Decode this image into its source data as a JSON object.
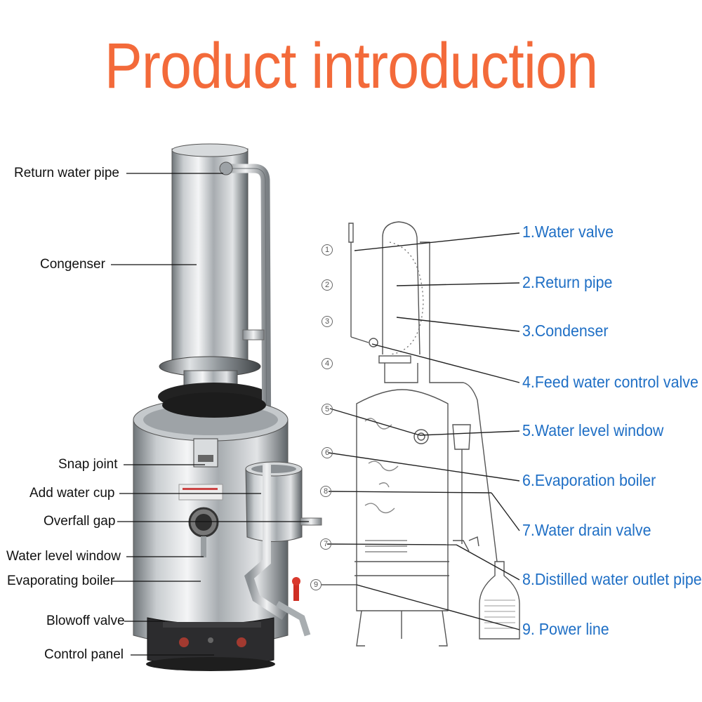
{
  "title": "Product introduction",
  "colors": {
    "title": "#f36a3a",
    "right_labels": "#1f6fc5",
    "left_labels": "#111111"
  },
  "left_labels": [
    "Return water pipe",
    "Congenser",
    "Snap joint",
    "Add water cup",
    "Overfall gap",
    "Water level window",
    "Evaporating boiler",
    "Blowoff valve",
    "Control panel"
  ],
  "right_labels": [
    "1.Water valve",
    "2.Return pipe",
    "3.Condenser",
    "4.Feed water control valve",
    "5.Water level window",
    "6.Evaporation boiler",
    "7.Water drain valve",
    "8.Distilled water outlet pipe",
    "9. Power line"
  ],
  "diagram_numbers": [
    "1",
    "2",
    "3",
    "4",
    "5",
    "6",
    "8",
    "7",
    "9"
  ]
}
